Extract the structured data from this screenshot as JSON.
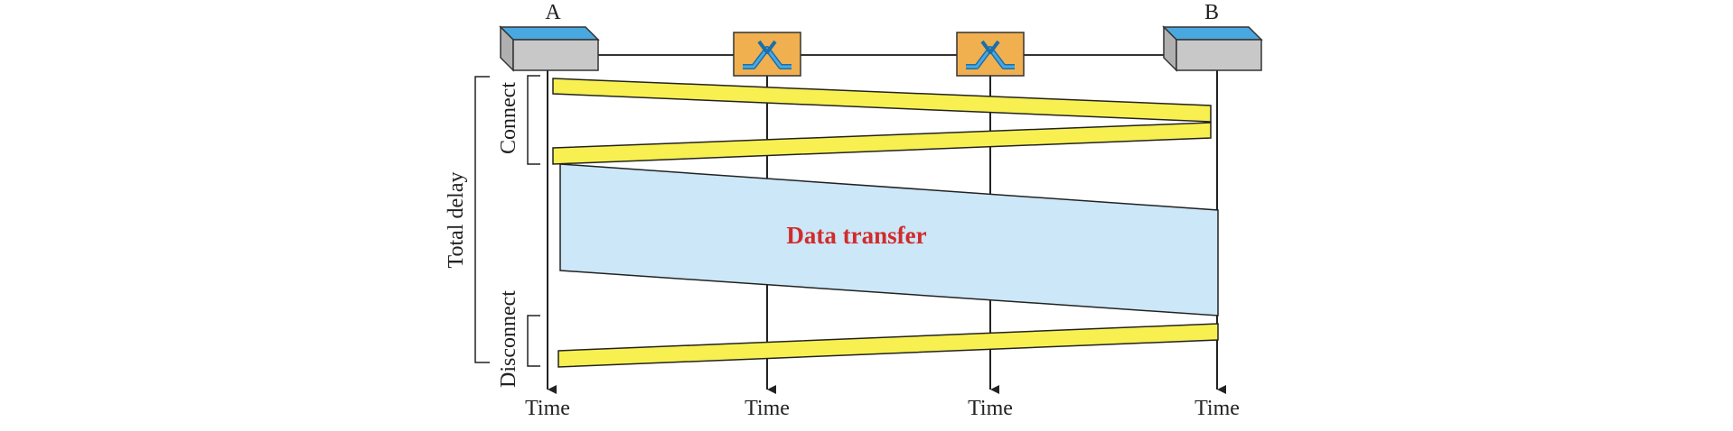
{
  "nodes": {
    "endpoint_a": "A",
    "endpoint_b": "B"
  },
  "time_labels": [
    "Time",
    "Time",
    "Time",
    "Time"
  ],
  "phases": {
    "connect": "Connect",
    "disconnect": "Disconnect",
    "total_delay": "Total delay",
    "data_transfer": "Data transfer"
  },
  "colors": {
    "signal_fill": "#f8f050",
    "data_fill": "#cce7f8",
    "router_fill": "#f0b050",
    "host_top": "#4aa8e0",
    "host_body": "#c8c8c8",
    "data_text": "#d22b2b"
  },
  "icons": {
    "host": "host-computer-icon",
    "router": "packet-switch-icon"
  }
}
